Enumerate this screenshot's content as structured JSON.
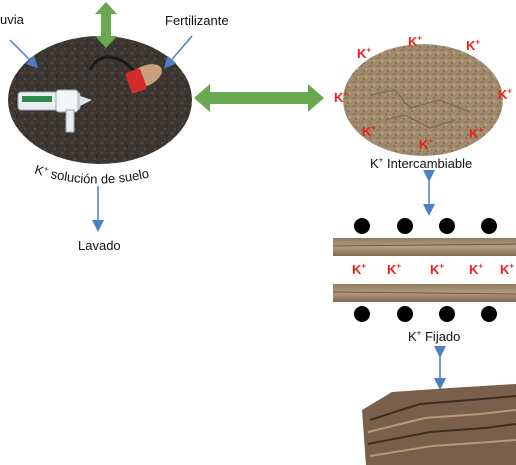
{
  "labels": {
    "lluvia": "uvia",
    "fertilizante": "Fertilizante",
    "solucion_k": "K",
    "solucion_sup": "+",
    "solucion_rest": " solución de suelo",
    "lavado": "Lavado",
    "intercambiable_k": "K",
    "intercambiable_sup": "+",
    "intercambiable_rest": " Intercambiable",
    "fijado_k": "K",
    "fijado_sup": "+",
    "fijado_rest": " Fijado"
  },
  "ion": {
    "symbol": "K",
    "charge": "+"
  },
  "colors": {
    "ion_red": "#e8221b",
    "arrow_green": "#6aa84f",
    "arrow_blue": "#4a7fc1",
    "dot_black": "#000000"
  },
  "icons": {
    "green_arrow": "double-headed-arrow",
    "blue_arrow": "thin-arrow"
  }
}
